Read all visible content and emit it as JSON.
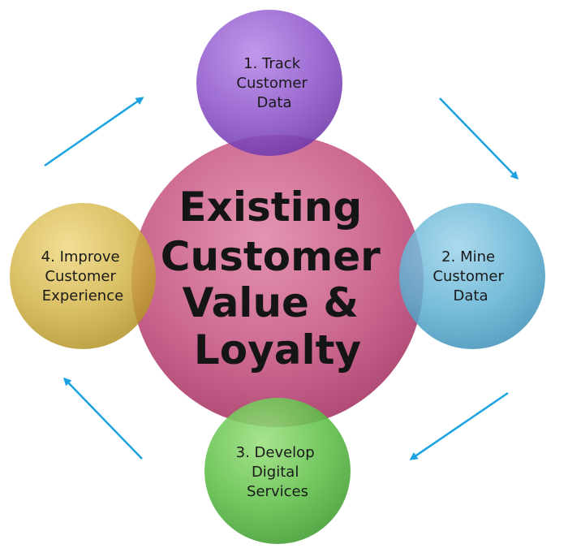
{
  "center": {
    "lines": [
      "Existing",
      "Customer",
      "Value &",
      "Loyalty"
    ],
    "color": "#C2517E"
  },
  "steps": [
    {
      "lines": [
        "1. Track",
        "Customer",
        "Data"
      ],
      "color": "#8A52C2"
    },
    {
      "lines": [
        "2. Mine",
        "Customer",
        "Data"
      ],
      "color": "#4FA6C8"
    },
    {
      "lines": [
        "3. Develop",
        "Digital",
        "Services"
      ],
      "color": "#5DBB4F"
    },
    {
      "lines": [
        "4. Improve",
        "Customer",
        "Experience"
      ],
      "color": "#C9A936"
    }
  ],
  "arrow_color": "#1AA3E0"
}
